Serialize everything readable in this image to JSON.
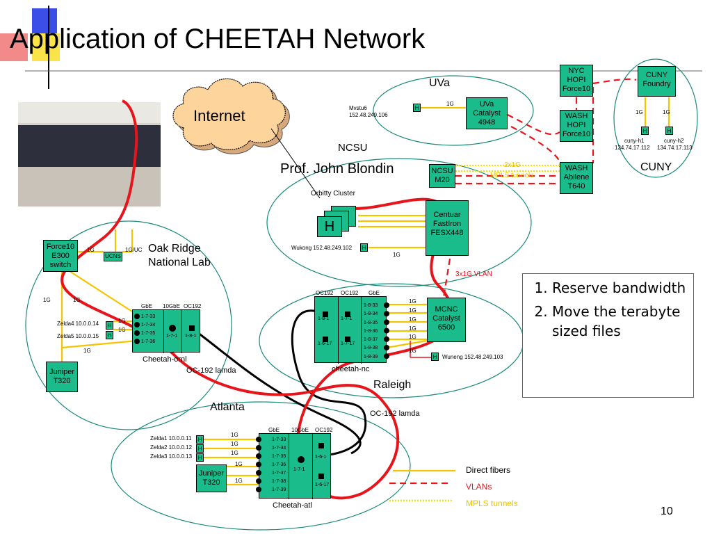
{
  "slide": {
    "title": "Application of CHEETAH Network",
    "page_number": "10"
  },
  "clouds": {
    "internet": "Internet"
  },
  "sites": {
    "uva": {
      "label": "UVa",
      "mvstu6": "Mvstu6",
      "mvstu6_ip": "152.48.249.106",
      "catalyst": [
        "UVa",
        "Catalyst",
        "4948"
      ],
      "link": "1G"
    },
    "ncsu": {
      "label": "NCSU",
      "pi": "Prof. John Blondin",
      "cluster": "Orbitty Cluster",
      "wukong": "Wukong 152.48.249.102",
      "link": "1G",
      "m20": [
        "NCSU",
        "M20"
      ],
      "centuar": [
        "Centuar",
        "FastIron",
        "FESX448"
      ]
    },
    "cuny": {
      "label": "CUNY",
      "foundry": [
        "CUNY",
        "Foundry"
      ],
      "h1": "cuny-h1",
      "h1_ip": "134.74.17.112",
      "h2": "cuny-h2",
      "h2_ip": "134.74.17.113",
      "link": "1G"
    },
    "nyc": [
      "NYC",
      "HOPI",
      "Force10"
    ],
    "wash_hopi": [
      "WASH",
      "HOPI",
      "Force10"
    ],
    "wash_abilene": [
      "WASH",
      "Abilene",
      "T640"
    ],
    "ornl": {
      "label1": "Oak Ridge",
      "label2": "National Lab",
      "force10": [
        "Force10",
        "E300",
        "switch"
      ],
      "ucns": "UCNS",
      "juniper": [
        "Juniper",
        "T320"
      ],
      "cheetah": "Cheetah-ornl",
      "zelda4": "Zelda4 10.0.0.14",
      "zelda5": "Zelda5 10.0.0.15"
    },
    "raleigh": {
      "label": "Raleigh",
      "mcnc": [
        "MCNC",
        "Catalyst",
        "6500"
      ],
      "cheetah": "cheetah-nc",
      "wuneng": "Wuneng 152.48.249.103",
      "vlan": "3x1G VLAN"
    },
    "atlanta": {
      "label": "Atlanta",
      "juniper": [
        "Juniper",
        "T320"
      ],
      "cheetah": "Cheetah-atl",
      "zelda1": "Zelda1 10.0.0.11",
      "zelda2": "Zelda2 10.0.0.12",
      "zelda3": "Zelda3 10.0.0.13"
    }
  },
  "labels": {
    "host": "H",
    "g1": "1G",
    "g1_uc": "1G/UC",
    "x2g": "2x1G",
    "mpls": "MPLS tunnels",
    "oc192_lamda": "OC-192 lamda",
    "gbe": "GbE",
    "tengbe": "10GbE",
    "oc192": "OC192"
  },
  "ports": {
    "ornl": [
      "1-7-33",
      "1-7-34",
      "1-7-35",
      "1-7-36"
    ],
    "ornl_mid": "1-7-1",
    "ornl_right": "1-8-1",
    "nc_gbe": [
      "1-8-33",
      "1-8-34",
      "1-8-35",
      "1-8-36",
      "1-8-37",
      "1-8-38",
      "1-8-39"
    ],
    "nc_left_top": "1-8-1",
    "nc_left_bot": "1-6-17",
    "nc_mid_top": "1-7-1",
    "nc_mid_bot": "1-7-17",
    "atl": [
      "1-7-33",
      "1-7-34",
      "1-7-35",
      "1-7-36",
      "1-7-37",
      "1-7-38",
      "1-7-39"
    ],
    "atl_mid": "1-7-1",
    "atl_right_top": "1-6-1",
    "atl_right_bot": "1-6-17"
  },
  "legend": [
    {
      "label": "Direct fibers",
      "color": "#f5c400",
      "style": "solid"
    },
    {
      "label": "VLANs",
      "color": "#e8141c",
      "style": "dashed"
    },
    {
      "label": "MPLS tunnels",
      "color": "#f5e100",
      "style": "dotted"
    }
  ],
  "steps": [
    "Reserve bandwidth",
    "Move the terabyte sized files"
  ],
  "colors": {
    "device": "#1abc8c",
    "ellipse": "#1a8a7a",
    "fiber": "#f5c400",
    "vlan": "#e8141c",
    "lamda": "#000000",
    "path": "#e8141c"
  }
}
